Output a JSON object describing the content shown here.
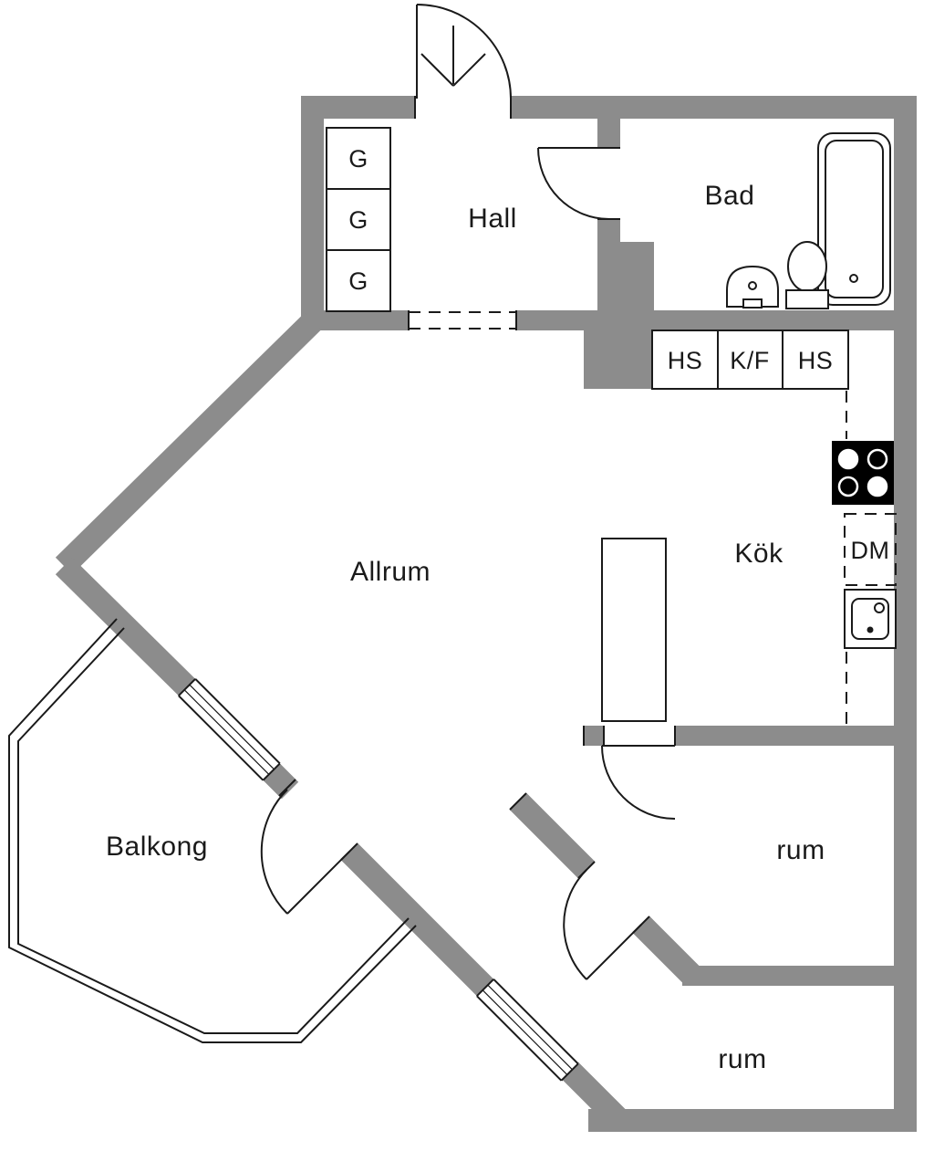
{
  "title": "Apartment floor plan",
  "colors": {
    "wall": "#8C8C8C",
    "line": "#1A1A1A",
    "text": "#1A1A1A",
    "stove": "#000000",
    "bg": "#FFFFFF"
  },
  "rooms": {
    "hall": "Hall",
    "bathroom": "Bad",
    "living_room": "Allrum",
    "kitchen": "Kök",
    "balcony": "Balkong",
    "bedroom_upper": "rum",
    "bedroom_lower": "rum"
  },
  "closets": [
    "G",
    "G",
    "G"
  ],
  "kitchen_units": {
    "cabinet_left": "HS",
    "fridge_freezer": "K/F",
    "cabinet_right": "HS",
    "dishwasher": "DM"
  }
}
